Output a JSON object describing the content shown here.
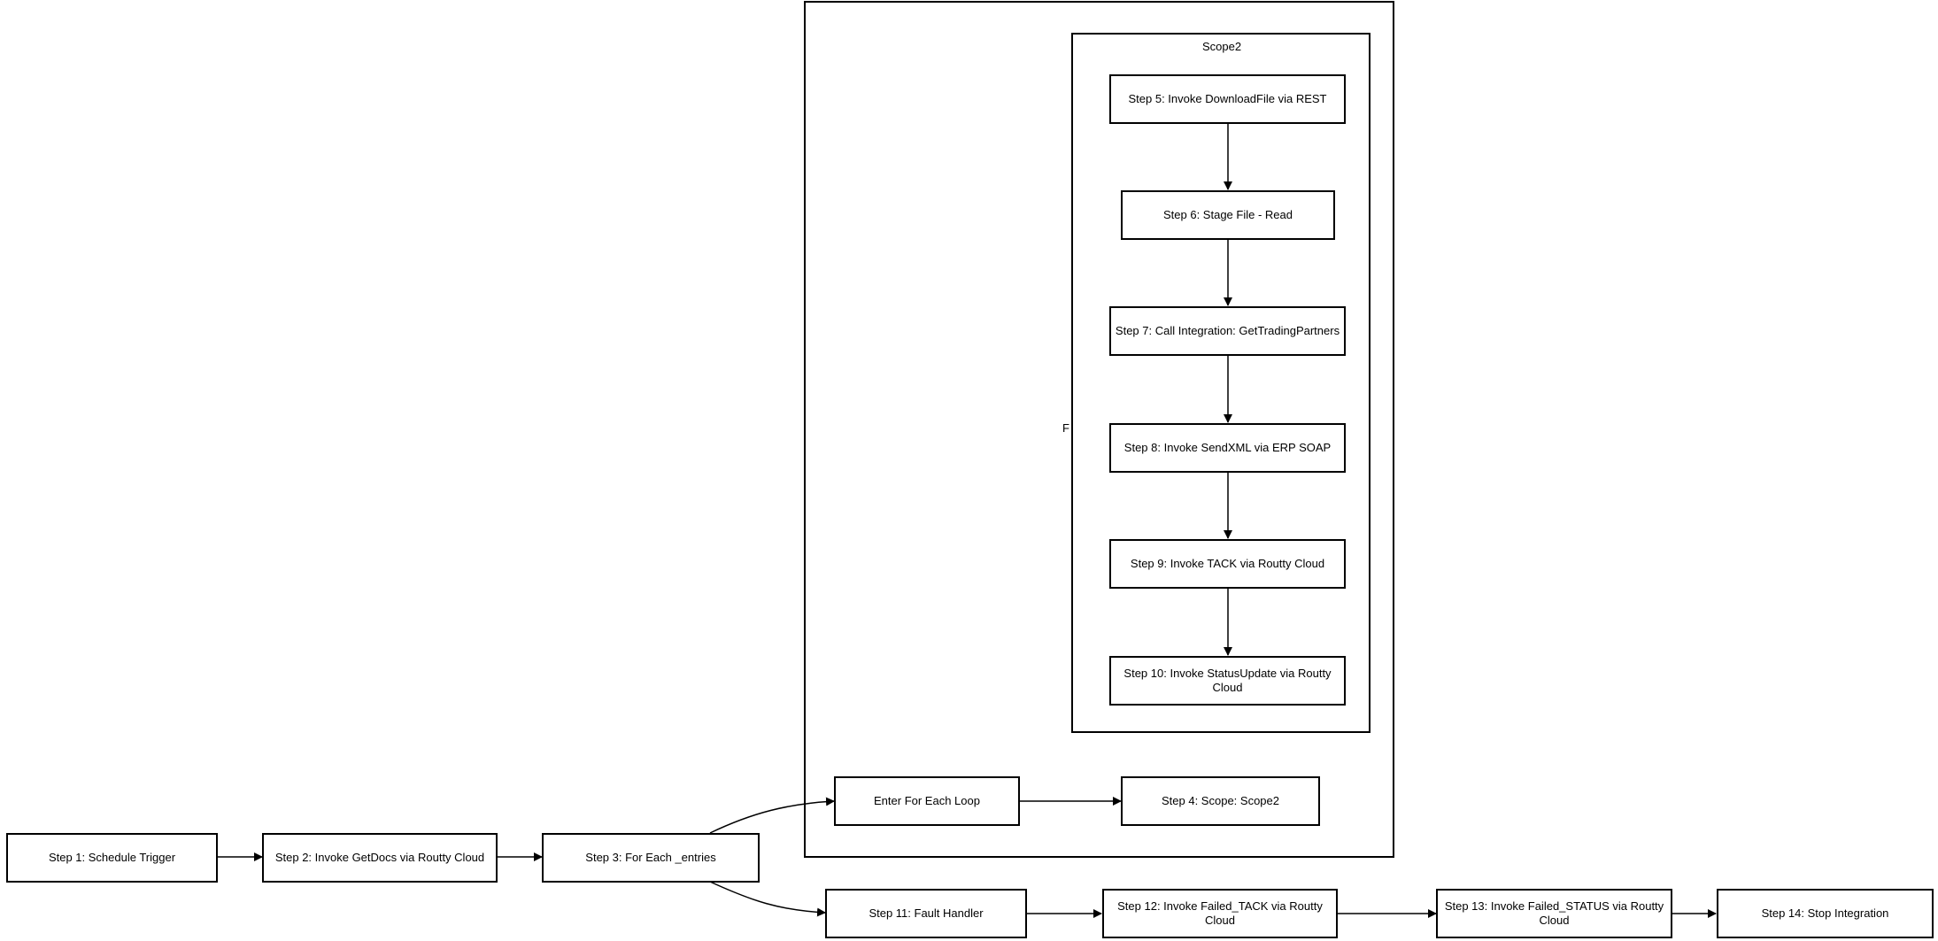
{
  "diagram": {
    "containers": {
      "foreach_label": "F",
      "scope_label": "Scope2"
    },
    "nodes": {
      "step1": "Step 1: Schedule Trigger",
      "step2": "Step 2: Invoke GetDocs via Routty Cloud",
      "step3": "Step 3: For Each _entries",
      "enter_loop": "Enter For Each Loop",
      "step4": "Step 4: Scope: Scope2",
      "step5": "Step 5: Invoke DownloadFile via REST",
      "step6": "Step 6: Stage File - Read",
      "step7": "Step 7: Call Integration: GetTradingPartners",
      "step8": "Step 8: Invoke SendXML via ERP SOAP",
      "step9": "Step 9: Invoke TACK via Routty Cloud",
      "step10": "Step 10: Invoke StatusUpdate via Routty Cloud",
      "step11": "Step 11: Fault Handler",
      "step12": "Step 12: Invoke Failed_TACK via Routty Cloud",
      "step13": "Step 13: Invoke Failed_STATUS via Routty Cloud",
      "step14": "Step 14: Stop Integration"
    },
    "edges": [
      [
        "step1",
        "step2"
      ],
      [
        "step2",
        "step3"
      ],
      [
        "step3",
        "enter_loop"
      ],
      [
        "enter_loop",
        "step4"
      ],
      [
        "step5",
        "step6"
      ],
      [
        "step6",
        "step7"
      ],
      [
        "step7",
        "step8"
      ],
      [
        "step8",
        "step9"
      ],
      [
        "step9",
        "step10"
      ],
      [
        "step3",
        "step11"
      ],
      [
        "step11",
        "step12"
      ],
      [
        "step12",
        "step13"
      ],
      [
        "step13",
        "step14"
      ]
    ]
  }
}
